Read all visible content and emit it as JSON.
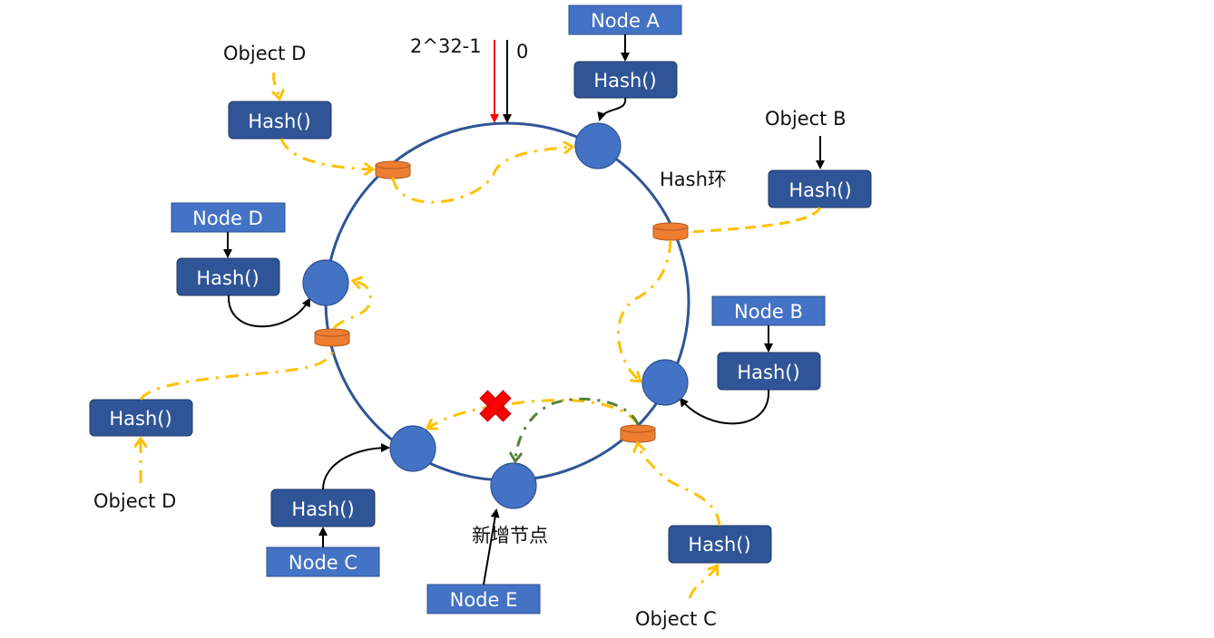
{
  "ring": {
    "label": "Hash环",
    "start_label": "0",
    "end_label": "2^32-1"
  },
  "nodes": {
    "a": {
      "label": "Node A"
    },
    "b": {
      "label": "Node B"
    },
    "c": {
      "label": "Node C"
    },
    "d": {
      "label": "Node D"
    },
    "e": {
      "label": "Node E",
      "caption": "新增节点"
    }
  },
  "objects": {
    "b": {
      "label": "Object B"
    },
    "c": {
      "label": "Object C"
    },
    "d_top": {
      "label": "Object D"
    },
    "d_bottom": {
      "label": "Object D"
    }
  },
  "hash_label": "Hash()",
  "colors": {
    "node_label": "#4472c4",
    "hash_box": "#2f5597",
    "ring": "#2f5597",
    "server": "#4472c4",
    "object": "#ed7d31",
    "object_path": "#ffc000",
    "migration_path": "#548235",
    "removed_marker": "#ff0000",
    "end_marker": "#ff0000"
  }
}
